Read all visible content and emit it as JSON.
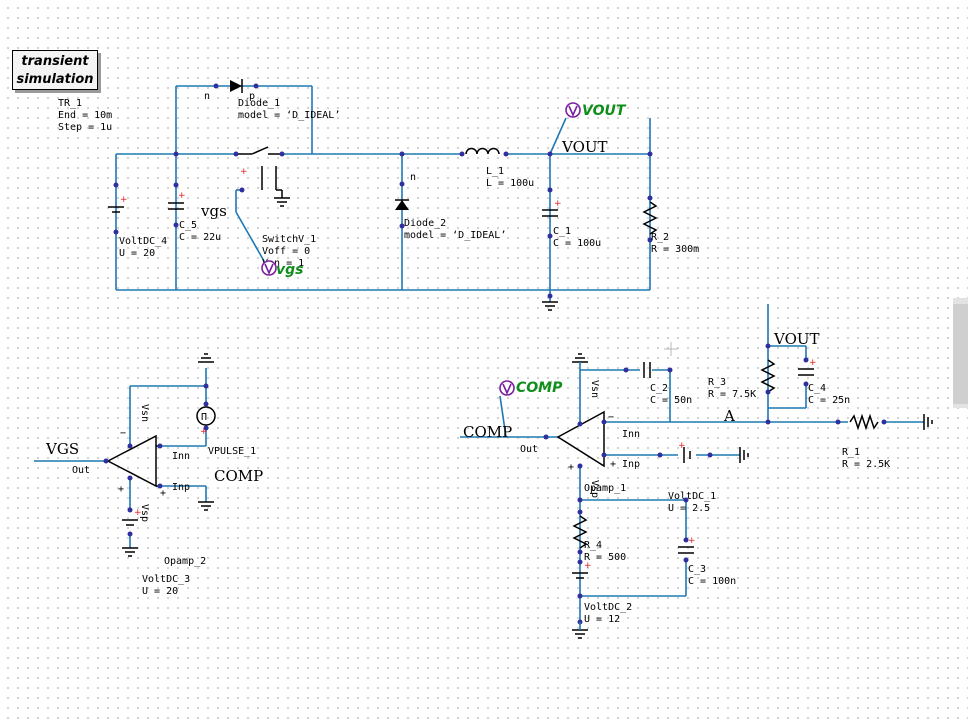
{
  "sim_box": {
    "line1": "transient",
    "line2": "simulation"
  },
  "tr": {
    "name": "TR_1",
    "end": "End = 10m",
    "step": "Step = 1u"
  },
  "diode1": {
    "name": "Diode_1",
    "model": "model = ‘D_IDEAL’",
    "n": "n",
    "p": "p"
  },
  "diode2": {
    "name": "Diode_2",
    "model": "model = ‘D_IDEAL’",
    "n": "n"
  },
  "switch": {
    "name": "SwitchV_1",
    "voff": "Voff = 0",
    "von": "Von = 1"
  },
  "c5": {
    "name": "C_5",
    "val": "C = 22u"
  },
  "volt4": {
    "name": "VoltDC_4",
    "val": "U = 20"
  },
  "l1": {
    "name": "L_1",
    "val": "L = 100u"
  },
  "c1": {
    "name": "C_1",
    "val": "C = 100u"
  },
  "r2": {
    "name": "R_2",
    "val": "R = 300m"
  },
  "nets": {
    "vout1": "VOUT",
    "vout2": "VOUT",
    "vgs_low": "vgs",
    "vgs_cap": "VGS",
    "comp1": "COMP",
    "comp2": "COMP",
    "a": "A"
  },
  "probes": {
    "vout": "VOUT",
    "vgs": "vgs",
    "comp": "COMP"
  },
  "opamp2": {
    "name": "Opamp_2",
    "vsn": "Vsn",
    "vsp": "Vsp",
    "inn": "Inn",
    "inp": "Inp",
    "out": "Out"
  },
  "vpulse": {
    "name": "VPULSE_1",
    "glyph": "Π"
  },
  "volt3": {
    "name": "VoltDC_3",
    "val": "U = 20"
  },
  "opamp1": {
    "name": "Opamp_1",
    "vsn": "Vsn",
    "vsp": "Vsp",
    "inn": "Inn",
    "inp": "Inp",
    "out": "Out"
  },
  "c2": {
    "name": "C_2",
    "val": "C = 50n"
  },
  "r3": {
    "name": "R_3",
    "val": "R = 7.5K"
  },
  "c4": {
    "name": "C_4",
    "val": "C = 25n"
  },
  "r1": {
    "name": "R_1",
    "val": "R = 2.5K"
  },
  "volt1": {
    "name": "VoltDC_1",
    "val": "U = 2.5"
  },
  "r4": {
    "name": "R_4",
    "val": "R = 500"
  },
  "c3": {
    "name": "C_3",
    "val": "C = 100n"
  },
  "volt2": {
    "name": "VoltDC_2",
    "val": "U = 12"
  },
  "polarity": "+",
  "colors": {
    "wire": "#1f78b4",
    "probe": "#0f8f1a",
    "marker": "#e01b1b",
    "pin": "#2f2fa0"
  }
}
